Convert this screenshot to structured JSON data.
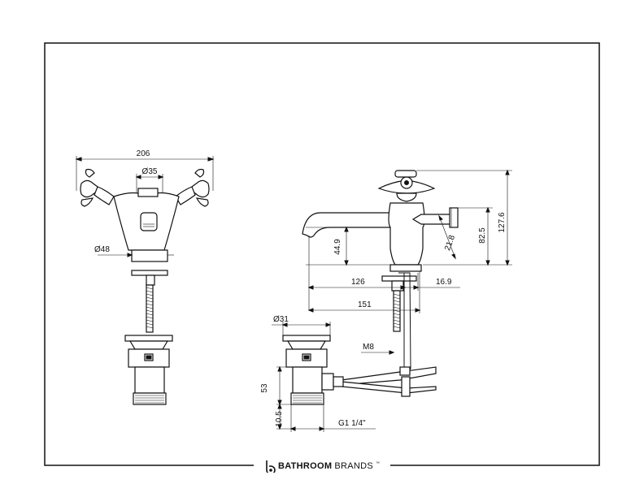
{
  "dimensions": {
    "overall_width": "206",
    "body_diameter": "Ø35",
    "base_diameter": "Ø48",
    "spout_height": "44.9",
    "spout_projection": "126",
    "handle_offset": "16.9",
    "overall_depth": "151",
    "handle_angle_dim": "21.8",
    "handle_height": "82.5",
    "overall_height": "127.6",
    "waste_diameter": "Ø31",
    "rod_thread": "M8",
    "waste_height": "53",
    "waste_thread_length": "10.5",
    "waste_thread": "G1 1/4\""
  },
  "brand": {
    "name_bold": "BATHROOM",
    "name_light": "BRANDS",
    "trademark": "™"
  }
}
